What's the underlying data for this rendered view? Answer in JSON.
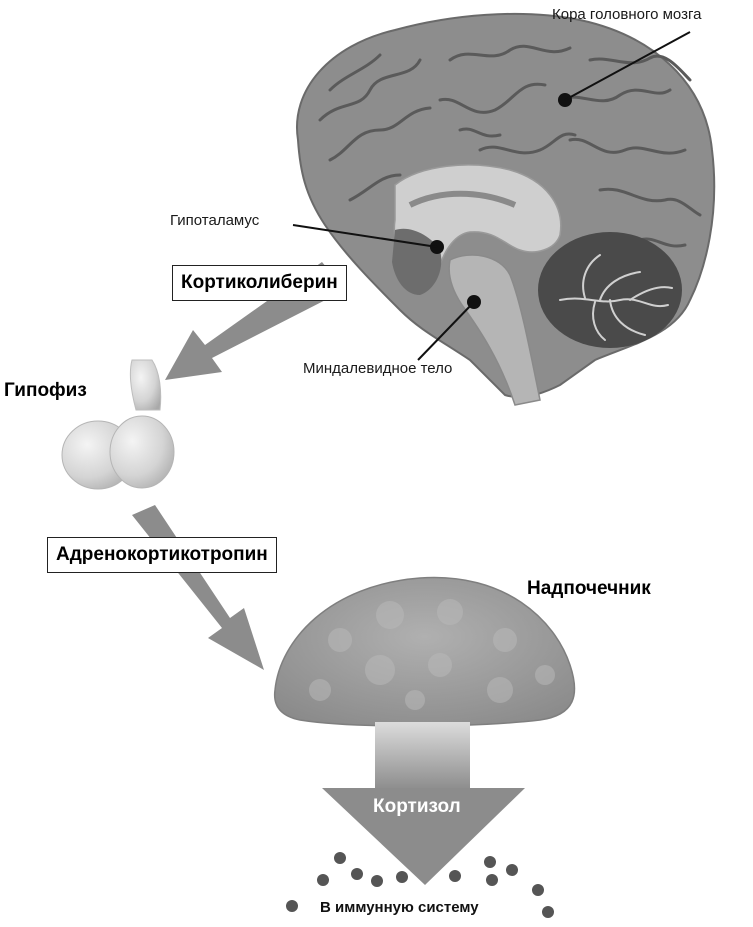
{
  "labels": {
    "cortex": "Кора головного мозга",
    "hypothalamus": "Гипоталамус",
    "amygdala": "Миндалевидное тело",
    "crh": "Кортиколиберин",
    "pituitary": "Гипофиз",
    "acth": "Адренокортикотропин",
    "adrenal": "Надпочечник",
    "cortisol": "Кортизол",
    "immune": "В иммунную систему"
  },
  "colors": {
    "brain": "#8a8a8a",
    "brain_dark": "#5e5e5e",
    "inner": "#c9c9c9",
    "arrow": "#8c8c8c",
    "pituitary": "#d6d6d6",
    "adrenal": "#9a9a9a",
    "dots": "#555555"
  }
}
